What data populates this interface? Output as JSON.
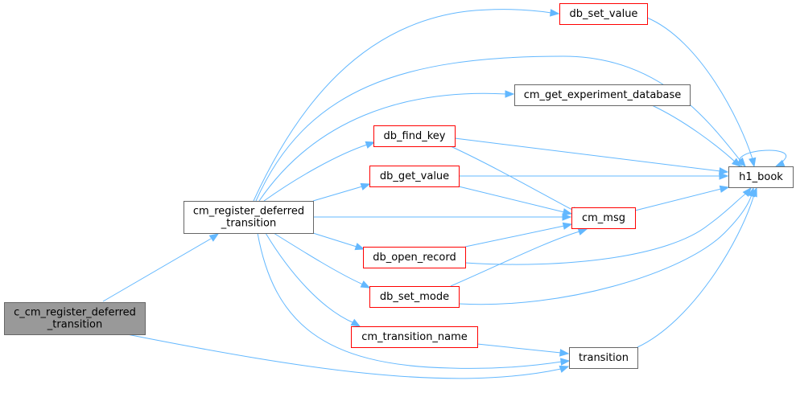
{
  "colors": {
    "edge": "#63b8ff",
    "node_fill": "#ffffff",
    "node_border_normal": "#666666",
    "node_border_truncated": "#ff0000",
    "root_fill": "#999999",
    "root_border": "#666666"
  },
  "nodes": {
    "c_cm_register_deferred_transition": {
      "lines": [
        "c_cm_register_deferred",
        "_transition"
      ],
      "style": "root"
    },
    "cm_register_deferred_transition": {
      "lines": [
        "cm_register_deferred",
        "_transition"
      ],
      "style": "normal"
    },
    "db_set_value": {
      "lines": [
        "db_set_value"
      ],
      "style": "truncated"
    },
    "cm_get_experiment_database": {
      "lines": [
        "cm_get_experiment_database"
      ],
      "style": "normal"
    },
    "db_find_key": {
      "lines": [
        "db_find_key"
      ],
      "style": "truncated"
    },
    "db_get_value": {
      "lines": [
        "db_get_value"
      ],
      "style": "truncated"
    },
    "db_open_record": {
      "lines": [
        "db_open_record"
      ],
      "style": "truncated"
    },
    "db_set_mode": {
      "lines": [
        "db_set_mode"
      ],
      "style": "truncated"
    },
    "cm_transition_name": {
      "lines": [
        "cm_transition_name"
      ],
      "style": "truncated"
    },
    "cm_msg": {
      "lines": [
        "cm_msg"
      ],
      "style": "truncated"
    },
    "h1_book": {
      "lines": [
        "h1_book"
      ],
      "style": "normal"
    },
    "transition": {
      "lines": [
        "transition"
      ],
      "style": "normal"
    }
  },
  "edges": [
    {
      "from": "c_cm_register_deferred_transition",
      "to": "cm_register_deferred_transition"
    },
    {
      "from": "c_cm_register_deferred_transition",
      "to": "transition"
    },
    {
      "from": "cm_register_deferred_transition",
      "to": "db_set_value"
    },
    {
      "from": "cm_register_deferred_transition",
      "to": "h1_book"
    },
    {
      "from": "cm_register_deferred_transition",
      "to": "cm_get_experiment_database"
    },
    {
      "from": "cm_register_deferred_transition",
      "to": "db_find_key"
    },
    {
      "from": "cm_register_deferred_transition",
      "to": "db_get_value"
    },
    {
      "from": "cm_register_deferred_transition",
      "to": "cm_msg"
    },
    {
      "from": "cm_register_deferred_transition",
      "to": "db_open_record"
    },
    {
      "from": "cm_register_deferred_transition",
      "to": "db_set_mode"
    },
    {
      "from": "cm_register_deferred_transition",
      "to": "cm_transition_name"
    },
    {
      "from": "cm_register_deferred_transition",
      "to": "transition"
    },
    {
      "from": "db_set_value",
      "to": "h1_book"
    },
    {
      "from": "cm_get_experiment_database",
      "to": "h1_book"
    },
    {
      "from": "db_find_key",
      "to": "h1_book"
    },
    {
      "from": "db_find_key",
      "to": "cm_msg"
    },
    {
      "from": "db_get_value",
      "to": "h1_book"
    },
    {
      "from": "db_get_value",
      "to": "cm_msg"
    },
    {
      "from": "db_open_record",
      "to": "cm_msg"
    },
    {
      "from": "db_open_record",
      "to": "h1_book"
    },
    {
      "from": "db_set_mode",
      "to": "cm_msg"
    },
    {
      "from": "db_set_mode",
      "to": "h1_book"
    },
    {
      "from": "cm_transition_name",
      "to": "transition"
    },
    {
      "from": "cm_msg",
      "to": "h1_book"
    },
    {
      "from": "transition",
      "to": "h1_book"
    },
    {
      "from": "h1_book",
      "to": "h1_book"
    }
  ]
}
